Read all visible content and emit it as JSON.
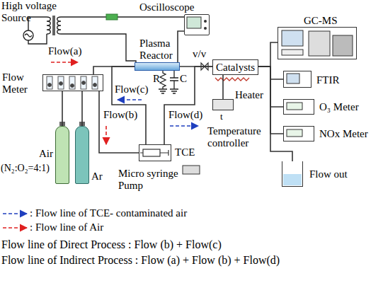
{
  "diagram": {
    "nodes": [
      {
        "text": [
          "Oscilloscope"
        ]
      },
      {
        "text": [
          "Plasma Reactor"
        ]
      },
      {
        "text": [
          "Flow Meter"
        ]
      },
      {
        "text": [
          "Air",
          "(N₂:O₂=4:1)"
        ]
      },
      {
        "text": [
          "Ar"
        ]
      },
      {
        "text": [
          "TCE",
          "Micro syringe Pump"
        ]
      },
      {
        "text": [
          "Catalysts"
        ]
      },
      {
        "text": [
          "Temperature controller"
        ]
      },
      {
        "text": [
          "GC-MS"
        ]
      },
      {
        "text": [
          "FTIR"
        ]
      },
      {
        "text": [
          "O₃ Meter"
        ]
      },
      {
        "text": [
          "NOx Meter"
        ]
      },
      {
        "text": [
          "Flow out"
        ]
      }
    ],
    "edges": [
      {
        "from": 0,
        "to": 1,
        "arrow": "none"
      },
      {
        "from": 3,
        "to": 2,
        "arrow": "none"
      },
      {
        "from": 4,
        "to": 2,
        "arrow": "none"
      },
      {
        "from": 2,
        "to": 1,
        "arrow": "none"
      },
      {
        "from": 2,
        "to": 5,
        "arrow": "none"
      },
      {
        "from": 5,
        "to": 1,
        "arrow": "none"
      },
      {
        "from": 5,
        "to": 6,
        "arrow": "none"
      },
      {
        "from": 1,
        "to": 6,
        "arrow": "none"
      },
      {
        "from": 7,
        "to": 6,
        "arrow": "none"
      },
      {
        "from": 6,
        "to": 8,
        "arrow": "none"
      },
      {
        "from": 6,
        "to": 9,
        "arrow": "none"
      },
      {
        "from": 6,
        "to": 10,
        "arrow": "none"
      },
      {
        "from": 6,
        "to": 11,
        "arrow": "none"
      },
      {
        "from": 6,
        "to": 12,
        "arrow": "none"
      }
    ],
    "labels": [
      "High voltage Source",
      "Flow(a)",
      "R",
      "C",
      "Flow(c)",
      "Flow(b)",
      "Flow(d)",
      "v/v",
      "Heater",
      "t",
      "Flow line of Direct Process : Flow (b) + Flow(c)",
      "Flow line of Indirect Process : Flow (a) + Flow (b) + Flow(d)"
    ],
    "legend": [
      {
        "text": ": Flow line of TCE- contaminated air"
      },
      {
        "text": ": Flow line of Air"
      }
    ]
  }
}
